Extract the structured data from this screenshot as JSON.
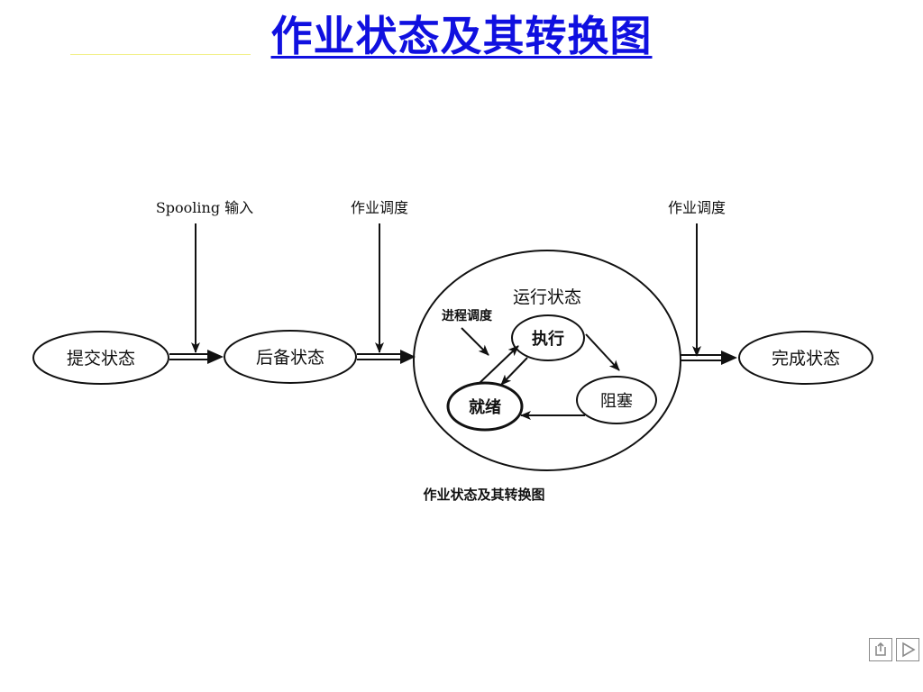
{
  "title": "作业状态及其转换图",
  "caption": "作业状态及其转换图",
  "input_labels": {
    "spooling": "Spooling 输入",
    "schedule_in": "作业调度",
    "schedule_out": "作业调度"
  },
  "states": {
    "submit": "提交状态",
    "backup": "后备状态",
    "running": "运行状态",
    "execute": "执行",
    "ready": "就绪",
    "blocked": "阻塞",
    "complete": "完成状态"
  },
  "process_schedule": "进程调度",
  "colors": {
    "title": "#1010e0",
    "line": "#111111"
  },
  "nav": {
    "return_icon": "return-icon",
    "next_icon": "play-next-icon"
  }
}
